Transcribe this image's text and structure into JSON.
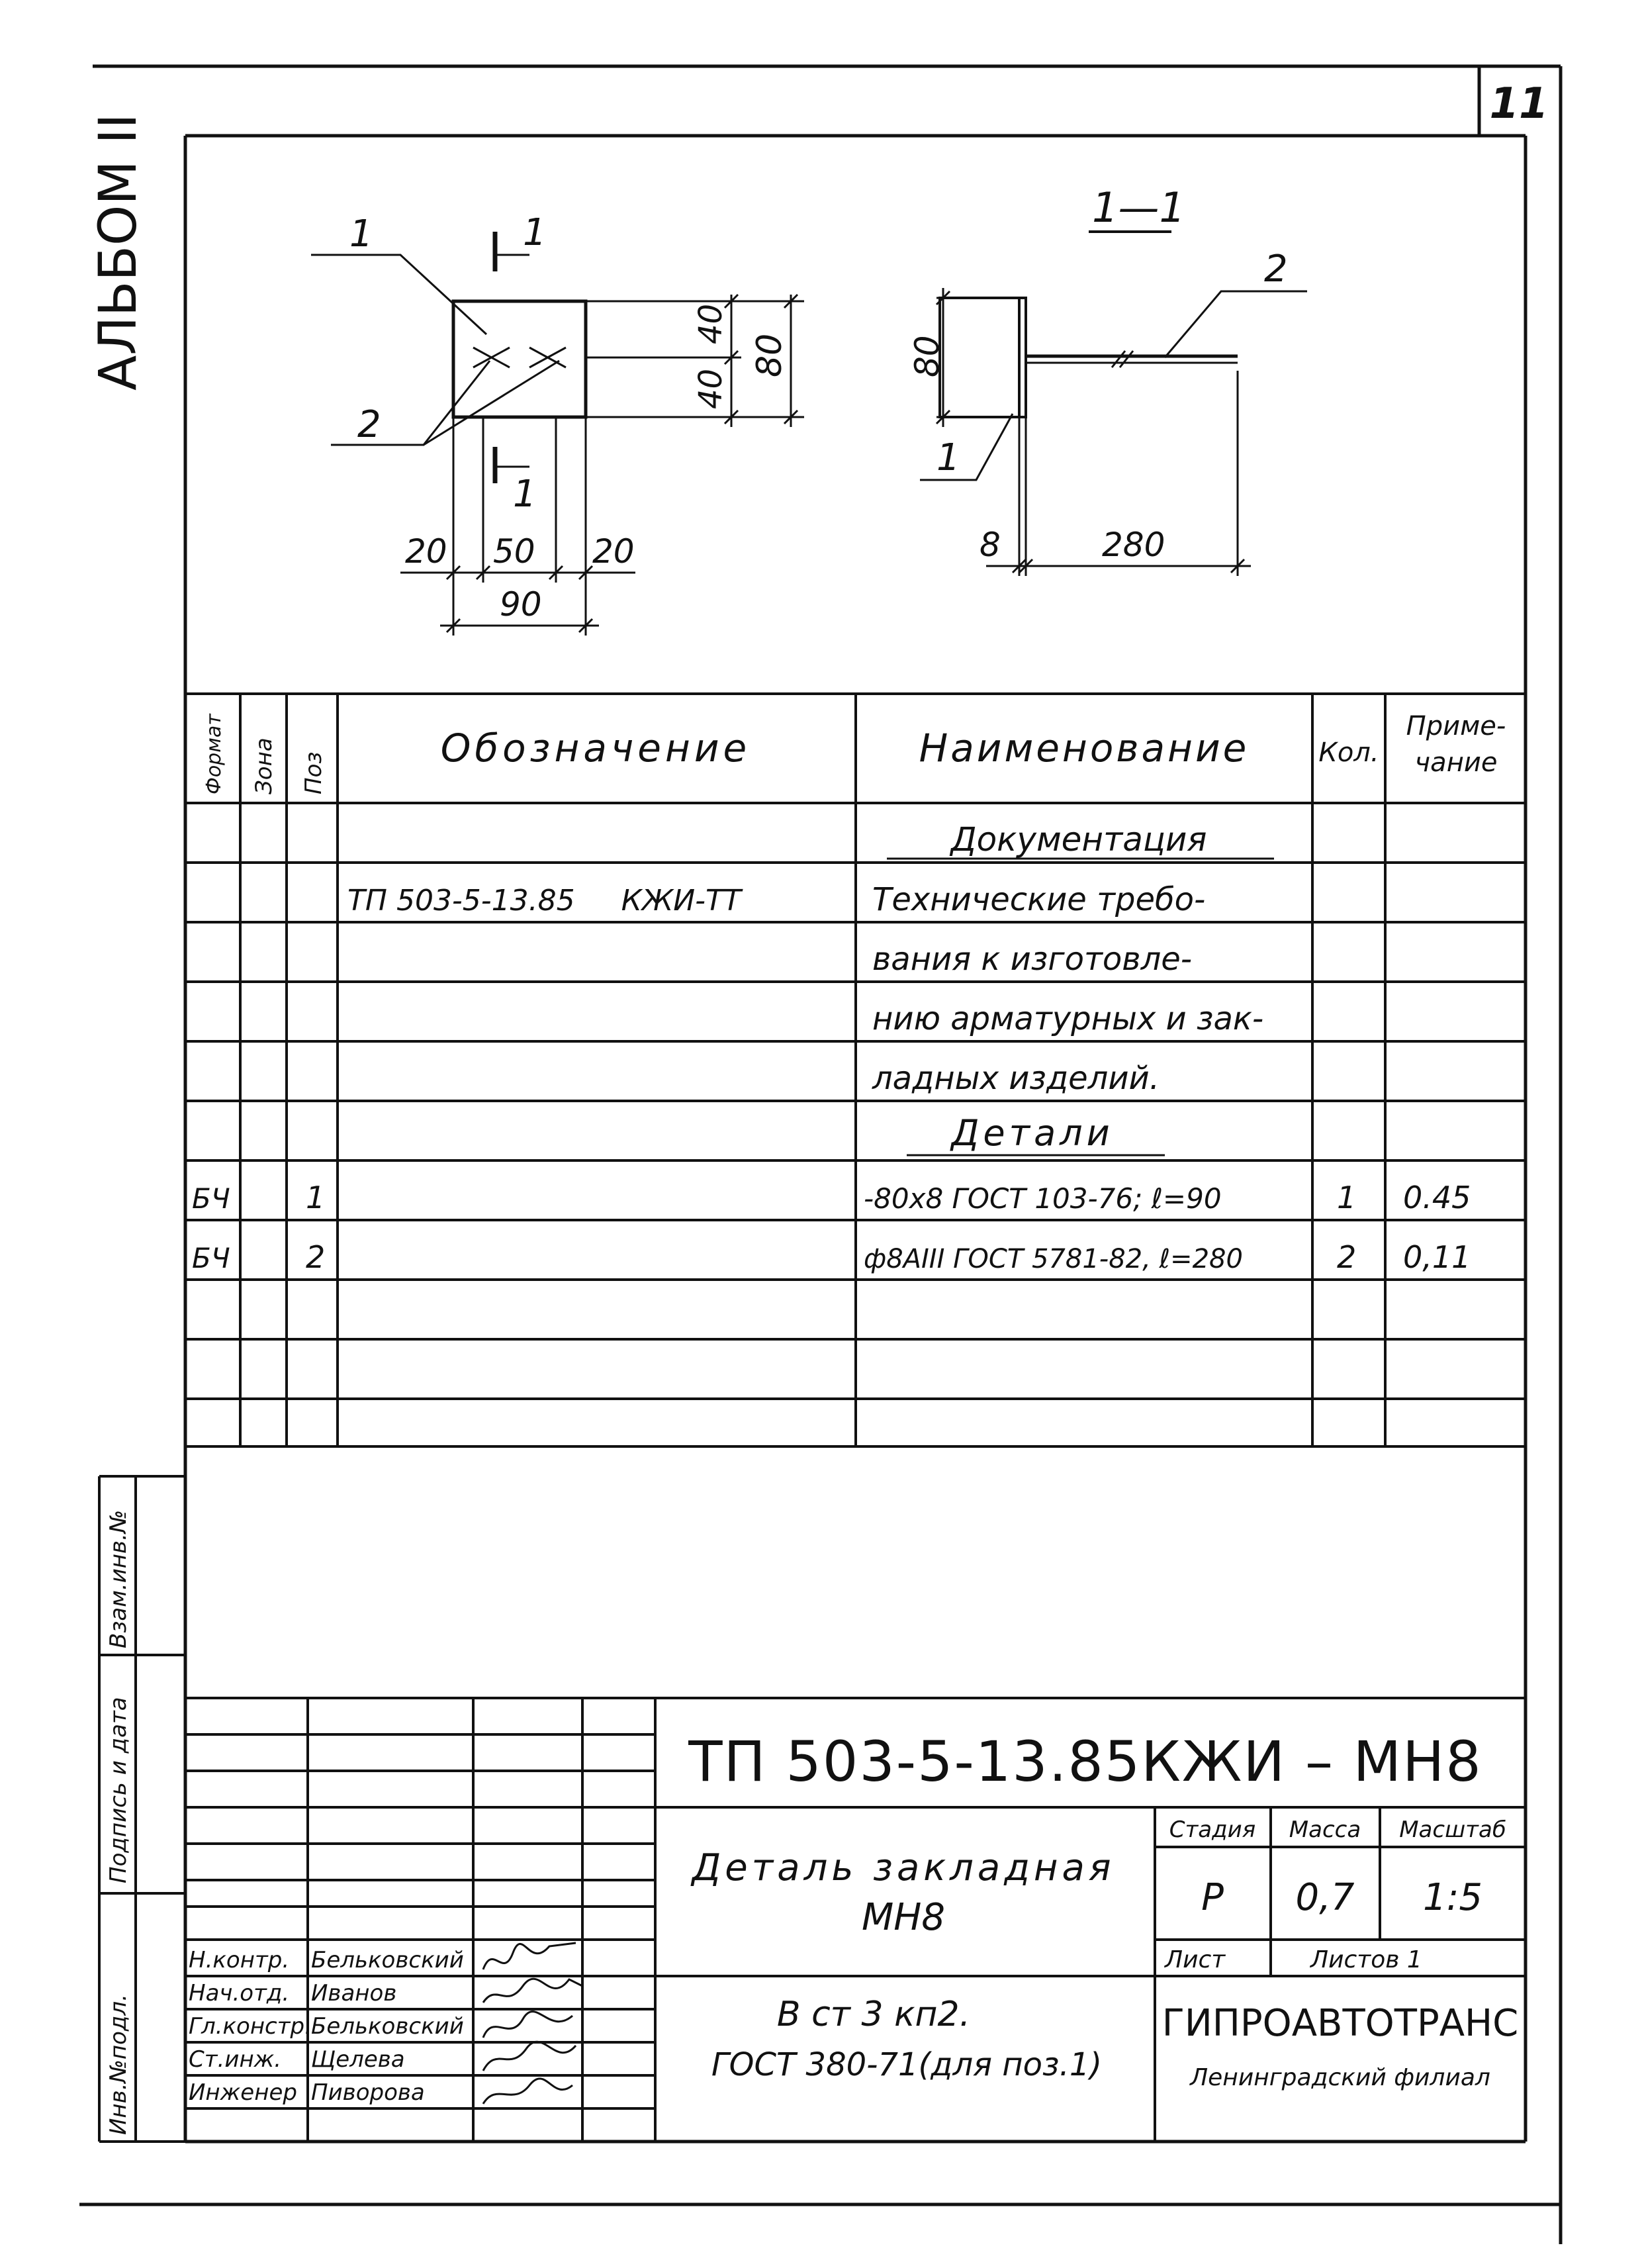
{
  "sheet": {
    "number": "11",
    "album": "АЛЬБОМ II"
  },
  "drawing": {
    "plan": {
      "label_part1": "1",
      "label_part2": "2",
      "section_mark_top": "1",
      "section_mark_bottom": "1",
      "dim_top_40": "40",
      "dim_bottom_40": "40",
      "dim_height_80": "80",
      "dim_left_20": "20",
      "dim_middle_50": "50",
      "dim_right_20": "20",
      "dim_total_90": "90"
    },
    "section": {
      "title": "1—1",
      "label_part2": "2",
      "label_part1": "1",
      "dim_height_80": "80",
      "dim_thickness_8": "8",
      "dim_length_280": "280"
    }
  },
  "spec": {
    "headers": {
      "format": "Формат",
      "zone": "Зона",
      "pos": "Поз",
      "designation": "Обозначение",
      "name": "Наименование",
      "qty": "Кол.",
      "note_line1": "Приме-",
      "note_line2": "чание"
    },
    "rows": [
      {
        "format": "",
        "zone": "",
        "pos": "",
        "designation": "",
        "name": "Документация",
        "qty": "",
        "note": ""
      },
      {
        "format": "",
        "zone": "",
        "pos": "",
        "designation": "ТП 503-5-13.85     КЖИ-ТТ",
        "name": "Технические требо-",
        "qty": "",
        "note": ""
      },
      {
        "format": "",
        "zone": "",
        "pos": "",
        "designation": "",
        "name": "вания к изготовле-",
        "qty": "",
        "note": ""
      },
      {
        "format": "",
        "zone": "",
        "pos": "",
        "designation": "",
        "name": "нию арматурных и зак-",
        "qty": "",
        "note": ""
      },
      {
        "format": "",
        "zone": "",
        "pos": "",
        "designation": "",
        "name": "ладных изделий.",
        "qty": "",
        "note": ""
      },
      {
        "format": "",
        "zone": "",
        "pos": "",
        "designation": "",
        "name": "Детали",
        "qty": "",
        "note": ""
      },
      {
        "format": "БЧ",
        "zone": "",
        "pos": "1",
        "designation": "",
        "name": "-80х8 ГОСТ 103-76; ℓ=90",
        "qty": "1",
        "note": "0.45"
      },
      {
        "format": "БЧ",
        "zone": "",
        "pos": "2",
        "designation": "",
        "name": "ф8АIII ГОСТ 5781-82, ℓ=280",
        "qty": "2",
        "note": "0,11"
      },
      {
        "format": "",
        "zone": "",
        "pos": "",
        "designation": "",
        "name": "",
        "qty": "",
        "note": ""
      },
      {
        "format": "",
        "zone": "",
        "pos": "",
        "designation": "",
        "name": "",
        "qty": "",
        "note": ""
      },
      {
        "format": "",
        "zone": "",
        "pos": "",
        "designation": "",
        "name": "",
        "qty": "",
        "note": ""
      }
    ]
  },
  "side": {
    "inv_podl": "Инв.№подл.",
    "podpis_data": "Подпись и дата",
    "vzam_inv": "Взам.инв.№"
  },
  "title_block": {
    "doc_code": "ТП 503-5-13.85КЖИ – МН8",
    "title_line1": "Деталь закладная",
    "title_line2": "МН8",
    "material_line1": "В ст 3 кп2.",
    "material_line2": "ГОСТ 380-71(для поз.1)",
    "col_stage": "Стадия",
    "col_mass": "Масса",
    "col_scale": "Масштаб",
    "stage": "Р",
    "mass": "0,7",
    "scale": "1:5",
    "sheet_label": "Лист",
    "sheets_label": "Листов 1",
    "org": "ГИПРОАВТОТРАНС",
    "branch": "Ленинградский филиал",
    "staff": [
      {
        "role": "Н.контр.",
        "name": "Бельковский"
      },
      {
        "role": "Нач.отд.",
        "name": "Иванов"
      },
      {
        "role": "Гл.констр.",
        "name": "Бельковский"
      },
      {
        "role": "Ст.инж.",
        "name": "Щелева"
      },
      {
        "role": "Инженер",
        "name": "Пиворова"
      }
    ]
  }
}
